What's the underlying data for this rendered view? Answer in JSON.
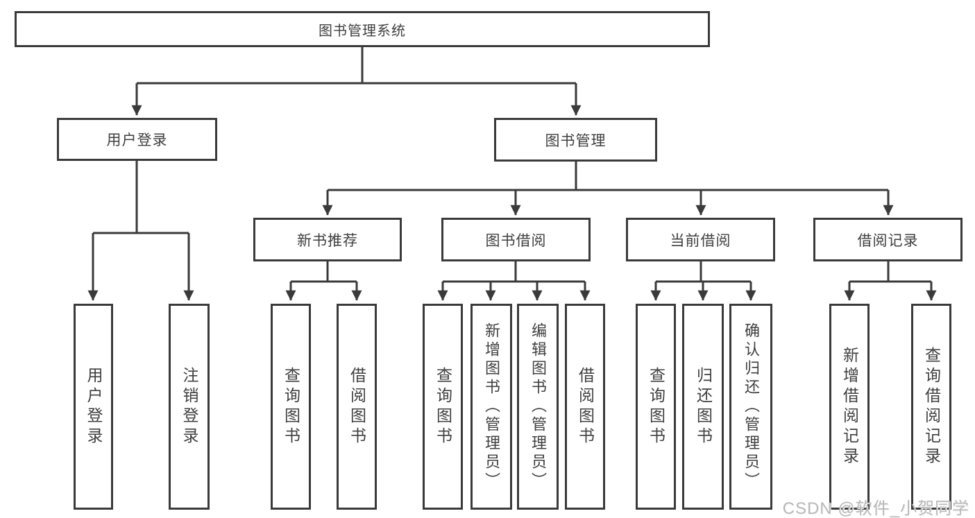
{
  "diagram": {
    "root": {
      "label": "图书管理系统"
    },
    "branches": [
      {
        "label": "用户登录",
        "leaves": [
          "用户登录",
          "注销登录"
        ]
      },
      {
        "label": "图书管理",
        "groups": [
          {
            "label": "新书推荐",
            "leaves": [
              "查询图书",
              "借阅图书"
            ]
          },
          {
            "label": "图书借阅",
            "leaves": [
              "查询图书",
              "新增图书（管理员）",
              "编辑图书（管理员）",
              "借阅图书"
            ]
          },
          {
            "label": "当前借阅",
            "leaves": [
              "查询图书",
              "归还图书",
              "确认归还（管理员）"
            ]
          },
          {
            "label": "借阅记录",
            "leaves": [
              "新增借阅记录",
              "查询借阅记录"
            ]
          }
        ]
      }
    ]
  },
  "watermark": {
    "text": "CSDN @软件_小贺同学"
  },
  "colors": {
    "line": "#3a3a3a",
    "text": "#3f3f3f",
    "background": "#ffffff",
    "watermark": "#b9b9b9"
  }
}
